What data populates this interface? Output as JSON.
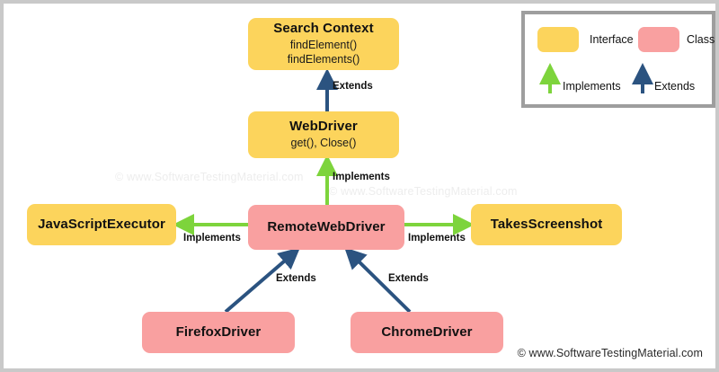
{
  "diagram": {
    "title_watermarks": [
      {
        "text": "© www.SoftwareTestingMaterial.com"
      },
      {
        "text": "© www.SoftwareTestingMaterial.com"
      }
    ],
    "credit": "© www.SoftwareTestingMaterial.com",
    "colors": {
      "interface": "#FCD45C",
      "class": "#F9A0A0",
      "implements_arrow": "#7DD43C",
      "extends_arrow": "#2B5380",
      "border": "#C9C9C9",
      "legend_border": "#9E9E9E"
    },
    "nodes": [
      {
        "id": "search-context",
        "title": "Search Context",
        "members": [
          "findElement()",
          "findElements()"
        ],
        "kind": "Interface"
      },
      {
        "id": "webdriver",
        "title": "WebDriver",
        "members": [
          "get(), Close()"
        ],
        "kind": "Interface"
      },
      {
        "id": "javascriptexecutor",
        "title": "JavaScriptExecutor",
        "members": [],
        "kind": "Interface"
      },
      {
        "id": "remotewebdriver",
        "title": "RemoteWebDriver",
        "members": [],
        "kind": "Class"
      },
      {
        "id": "takesscreenshot",
        "title": "TakesScreenshot",
        "members": [],
        "kind": "Interface"
      },
      {
        "id": "firefoxdriver",
        "title": "FirefoxDriver",
        "members": [],
        "kind": "Class"
      },
      {
        "id": "chromedriver",
        "title": "ChromeDriver",
        "members": [],
        "kind": "Class"
      }
    ],
    "edges": [
      {
        "from": "webdriver",
        "to": "search-context",
        "label": "Extends",
        "type": "extends"
      },
      {
        "from": "remotewebdriver",
        "to": "webdriver",
        "label": "Implements",
        "type": "implements"
      },
      {
        "from": "remotewebdriver",
        "to": "javascriptexecutor",
        "label": "Implements",
        "type": "implements"
      },
      {
        "from": "remotewebdriver",
        "to": "takesscreenshot",
        "label": "Implements",
        "type": "implements"
      },
      {
        "from": "firefoxdriver",
        "to": "remotewebdriver",
        "label": "Extends",
        "type": "extends"
      },
      {
        "from": "chromedriver",
        "to": "remotewebdriver",
        "label": "Extends",
        "type": "extends"
      }
    ],
    "legend": {
      "interface_label": "Interface",
      "class_label": "Class",
      "implements_label": "Implements",
      "extends_label": "Extends"
    }
  }
}
